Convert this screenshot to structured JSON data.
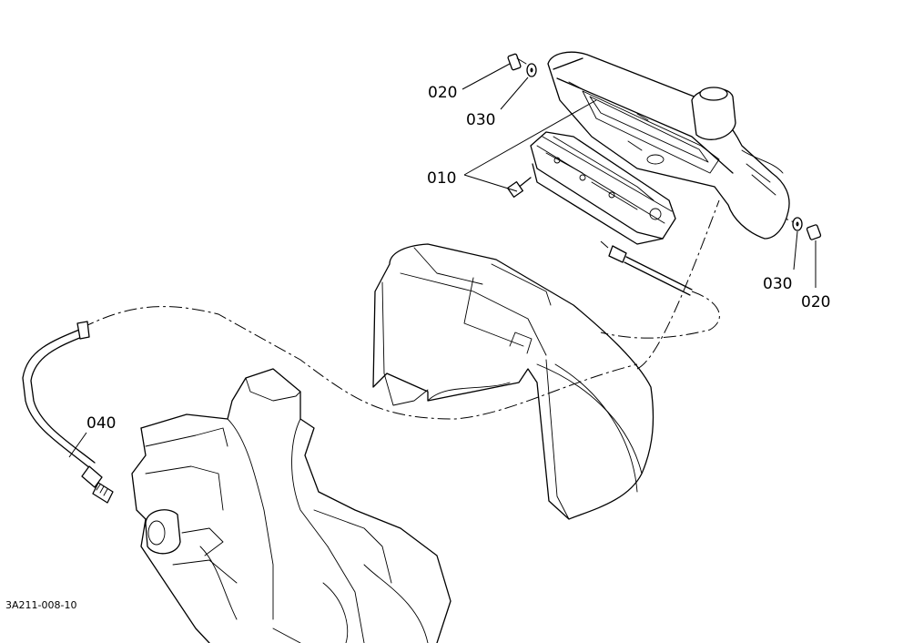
{
  "labels": {
    "p010": "010",
    "p020_top": "020",
    "p030_top": "030",
    "p030_right": "030",
    "p020_right": "020",
    "p040": "040"
  },
  "figure_code": "3A211-008-10"
}
